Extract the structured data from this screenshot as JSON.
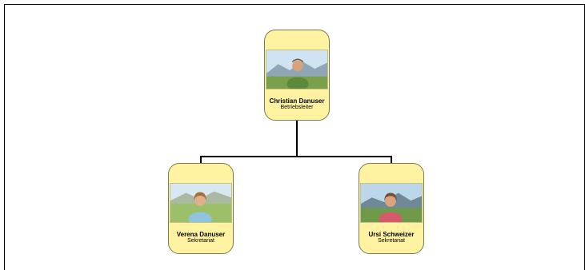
{
  "org_chart": {
    "root": {
      "name": "Christian Danuser",
      "role": "Betriebsleiter"
    },
    "children": [
      {
        "name": "Verena Danuser",
        "role": "Sekretariat"
      },
      {
        "name": "Ursi Schweizer",
        "role": "Sekretariat"
      }
    ]
  },
  "colors": {
    "card_fill": "#fff2a0",
    "card_border": "#7a7a55",
    "line": "#000000"
  }
}
